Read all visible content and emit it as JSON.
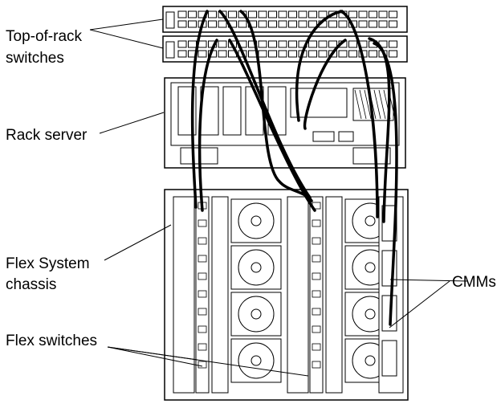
{
  "labels": {
    "tor_line1": "Top-of-rack",
    "tor_line2": "switches",
    "rack_server": "Rack server",
    "flex_line1": "Flex System",
    "flex_line2": "chassis",
    "flex_switches": "Flex switches",
    "cmms": "CMMs"
  }
}
